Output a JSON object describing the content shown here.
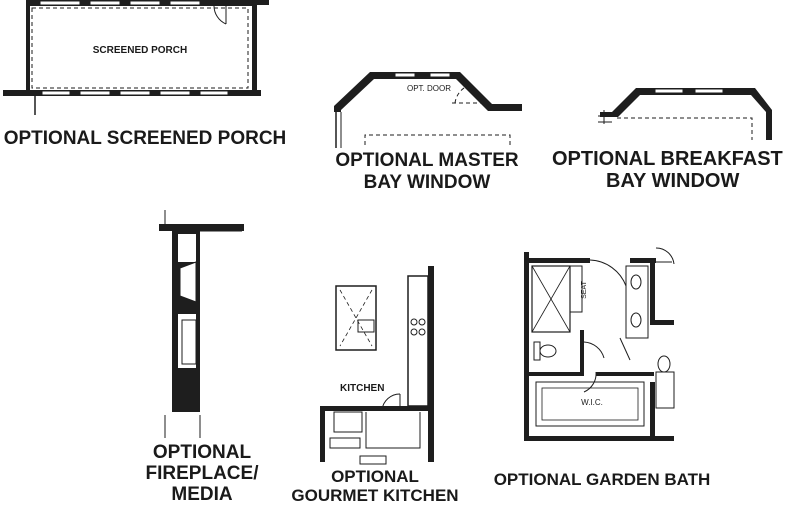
{
  "captions": {
    "screened_porch": "OPTIONAL SCREENED PORCH",
    "master_bay_line1": "OPTIONAL MASTER",
    "master_bay_line2": "BAY WINDOW",
    "breakfast_bay_line1": "OPTIONAL BREAKFAST",
    "breakfast_bay_line2": "BAY WINDOW",
    "fireplace_line1": "OPTIONAL",
    "fireplace_line2": "FIREPLACE/",
    "fireplace_line3": "MEDIA",
    "kitchen_line1": "OPTIONAL",
    "kitchen_line2": "GOURMET KITCHEN",
    "garden_bath": "OPTIONAL GARDEN BATH"
  },
  "labels": {
    "screened_porch": "SCREENED PORCH",
    "opt_door": "OPT. DOOR",
    "kitchen": "KITCHEN",
    "seat": "SEAT",
    "wic": "W.I.C."
  }
}
